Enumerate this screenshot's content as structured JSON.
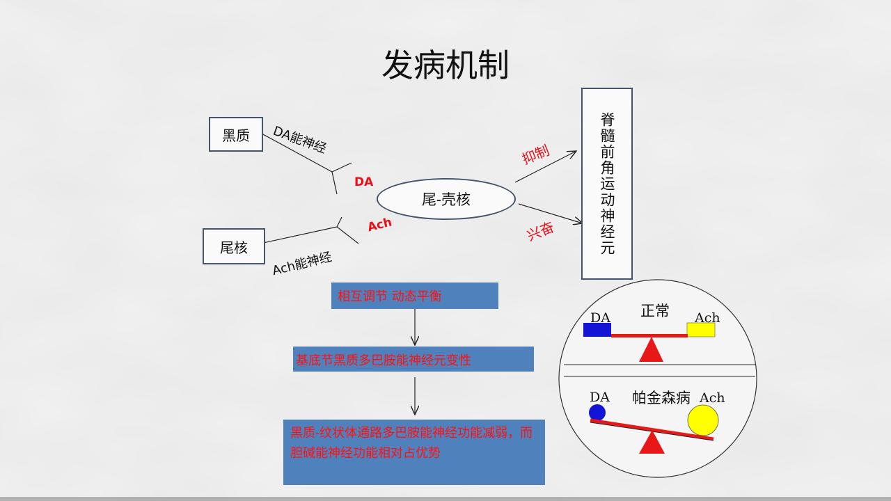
{
  "title": "发病机制",
  "nodes": {
    "substantia_nigra": "黑质",
    "caudate": "尾核",
    "striatum": "尾-壳核",
    "spinal_neuron": "脊髓前角运动神经元"
  },
  "edge_labels": {
    "da_nerve": "DA能神经",
    "ach_nerve": "Ach能神经",
    "da": "DA",
    "ach": "Ach",
    "inhibit": "抑制",
    "excite": "兴奋"
  },
  "flow": {
    "step1": "相互调节 动态平衡",
    "step2": "基底节黑质多巴胺能神经元变性",
    "step3": "黑质-纹状体通路多巴胺能神经功能减弱，而胆碱能神经功能相对占优势"
  },
  "balance": {
    "normal_label": "正常",
    "disease_label": "帕金森病",
    "da": "DA",
    "ach": "Ach",
    "colors": {
      "da": "#1414d6",
      "ach": "#ffff00",
      "fulcrum": "#e81818",
      "beam": "#e81818"
    }
  }
}
